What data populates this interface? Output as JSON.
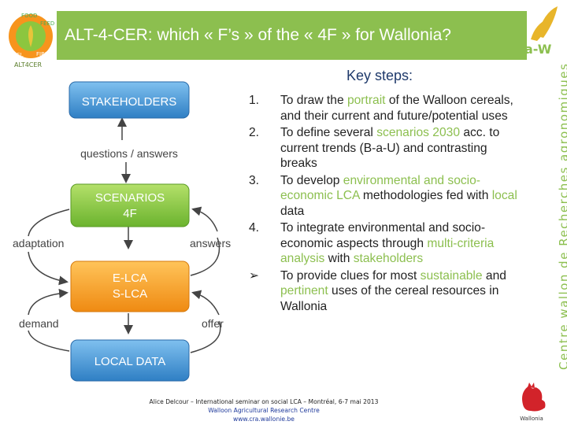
{
  "title": "ALT-4-CER: which « F’s » of the « 4F » for Wallonia?",
  "logos": {
    "left_badge_words": [
      "FOOD",
      "FEED",
      "FUEL",
      "FIBRE"
    ],
    "left_brand": "ALT4CER",
    "right_brand": "a-W",
    "bottom_right": "Wallonia"
  },
  "side_text": "Centre wallon de Recherches agronomiques",
  "key_steps_heading": "Key steps:",
  "diagram": {
    "boxes": {
      "stakeholders": "STAKEHOLDERS",
      "scenarios_line1": "SCENARIOS",
      "scenarios_line2": "4F",
      "elca_line1": "E-LCA",
      "elca_line2": "S-LCA",
      "local_data": "LOCAL DATA"
    },
    "labels": {
      "questions_answers": "questions / answers",
      "adaptation": "adaptation",
      "answers": "answers",
      "demand": "demand",
      "offer": "offer"
    },
    "colors": {
      "stakeholders": "#3d8fd1",
      "scenarios": "#8cc63f",
      "elca": "#f39c1f",
      "local_data": "#3d8fd1"
    }
  },
  "steps": [
    {
      "marker": "1.",
      "parts": [
        {
          "t": "To draw the ",
          "hl": false
        },
        {
          "t": "portrait",
          "hl": true
        },
        {
          "t": " of the Walloon cereals, and their current and future/potential uses",
          "hl": false
        }
      ]
    },
    {
      "marker": "2.",
      "parts": [
        {
          "t": "To define several ",
          "hl": false
        },
        {
          "t": "scenarios 2030",
          "hl": true
        },
        {
          "t": " acc. to current trends (B-a-U) and contrasting breaks",
          "hl": false
        }
      ]
    },
    {
      "marker": "3.",
      "parts": [
        {
          "t": "To develop ",
          "hl": false
        },
        {
          "t": "environmental and socio-economic LCA",
          "hl": true
        },
        {
          "t": " methodologies fed with ",
          "hl": false
        },
        {
          "t": "local",
          "hl": true
        },
        {
          "t": " data",
          "hl": false
        }
      ]
    },
    {
      "marker": "4.",
      "parts": [
        {
          "t": "To integrate environmental and socio-economic aspects through ",
          "hl": false
        },
        {
          "t": "multi-criteria analysis",
          "hl": true
        },
        {
          "t": " with ",
          "hl": false
        },
        {
          "t": "stakeholders",
          "hl": true
        }
      ]
    },
    {
      "marker": "➢",
      "parts": [
        {
          "t": "To provide clues for most ",
          "hl": false
        },
        {
          "t": "sustainable",
          "hl": true
        },
        {
          "t": " and ",
          "hl": false
        },
        {
          "t": "pertinent",
          "hl": true
        },
        {
          "t": " uses of the cereal resources in Wallonia",
          "hl": false
        }
      ]
    }
  ],
  "footer": {
    "line1": "Alice Delcour – International seminar on social LCA – Montréal, 6-7 mai 2013",
    "line2": "Walloon Agricultural Research Centre",
    "line3": "www.cra.wallonie.be"
  },
  "colors": {
    "title_bar": "#8cbf4f",
    "highlight": "#8cbf4f",
    "heading": "#1f3a6b"
  }
}
